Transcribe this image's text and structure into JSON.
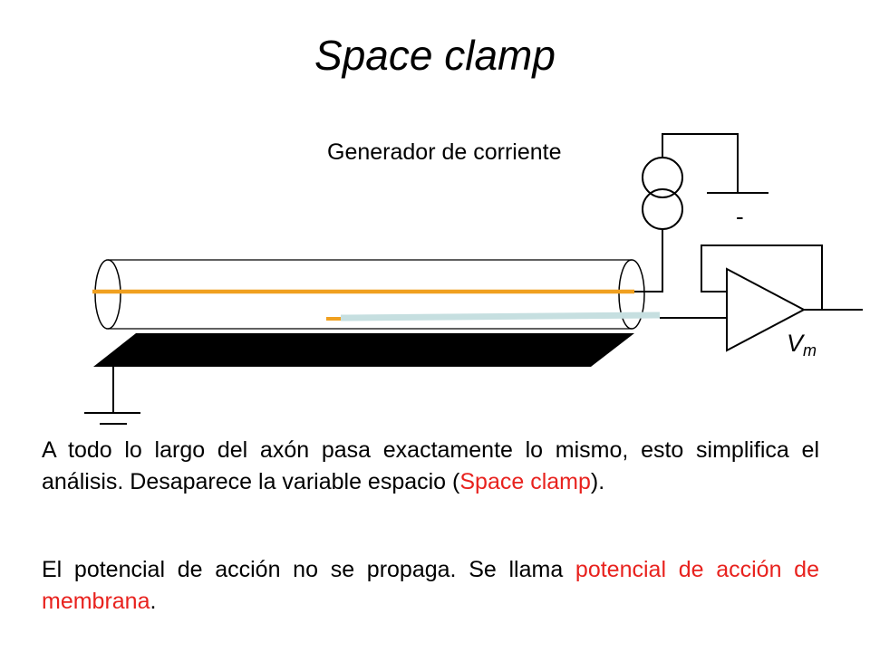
{
  "title": "Space clamp",
  "diagram": {
    "generator_label": "Generador de corriente",
    "ground_minus": "-",
    "vm_main": "V",
    "vm_sub": "m"
  },
  "colors": {
    "axon_wire": "#f0a020",
    "electrode": "#c6dfe0",
    "highlight": "#e8221e"
  },
  "paragraph1": {
    "text_a": "A todo lo largo del axón pasa exactamente lo mismo, esto simplifica el análisis. Desaparece la variable espacio (",
    "highlight": "Space clamp",
    "text_b": ")."
  },
  "paragraph2": {
    "text_a": "El potencial de acción no se propaga. Se llama ",
    "highlight": "potencial de acción de membrana",
    "text_b": "."
  }
}
